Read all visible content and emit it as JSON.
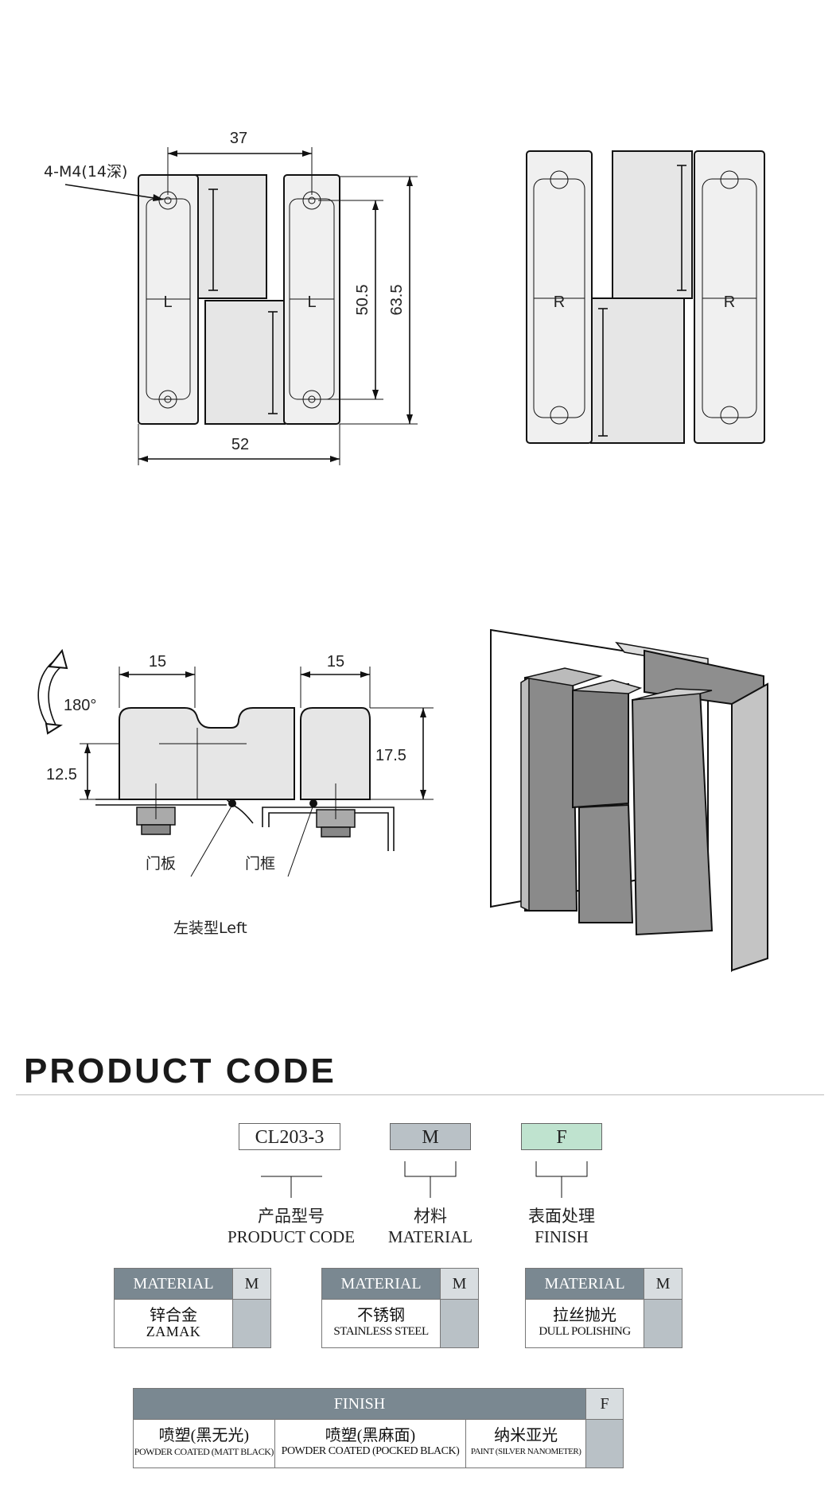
{
  "drawing": {
    "front_view": {
      "dim_top": "37",
      "dim_bottom": "52",
      "dim_inner_height": "50.5",
      "dim_outer_height": "63.5",
      "hole_note": "4-M4(14深)",
      "leaf_mark": "L"
    },
    "rear_view": {
      "leaf_mark": "R"
    },
    "side_view": {
      "rotation": "180°",
      "dim_left_width": "15",
      "dim_right_width": "15",
      "dim_left_height": "12.5",
      "dim_right_height": "17.5",
      "door_panel": "门板",
      "door_frame": "门框",
      "caption": "左装型Left"
    }
  },
  "product_code": {
    "title": "PRODUCT CODE",
    "boxes": [
      {
        "code": "CL203-3",
        "cn": "产品型号",
        "en": "PRODUCT CODE",
        "color": "#ffffff"
      },
      {
        "code": "M",
        "cn": "材料",
        "en": "MATERIAL",
        "color": "#b9c1c6"
      },
      {
        "code": "F",
        "cn": "表面处理",
        "en": "FINISH",
        "color": "#bfe3cf"
      }
    ]
  },
  "material_tables": [
    {
      "header": "MATERIAL",
      "code_header": "M",
      "cn": "锌合金",
      "en": "ZAMAK"
    },
    {
      "header": "MATERIAL",
      "code_header": "M",
      "cn": "不锈钢",
      "en": "STAINLESS STEEL"
    },
    {
      "header": "MATERIAL",
      "code_header": "M",
      "cn": "拉丝抛光",
      "en": "DULL POLISHING"
    }
  ],
  "finish_table": {
    "header": "FINISH",
    "code_header": "F",
    "options": [
      {
        "cn": "喷塑(黑无光)",
        "en": "POWDER COATED (MATT BLACK)"
      },
      {
        "cn": "喷塑(黑麻面)",
        "en": "POWDER COATED (POCKED BLACK)"
      },
      {
        "cn": "纳米亚光",
        "en": "PAINT (SILVER NANOMETER)"
      }
    ]
  }
}
